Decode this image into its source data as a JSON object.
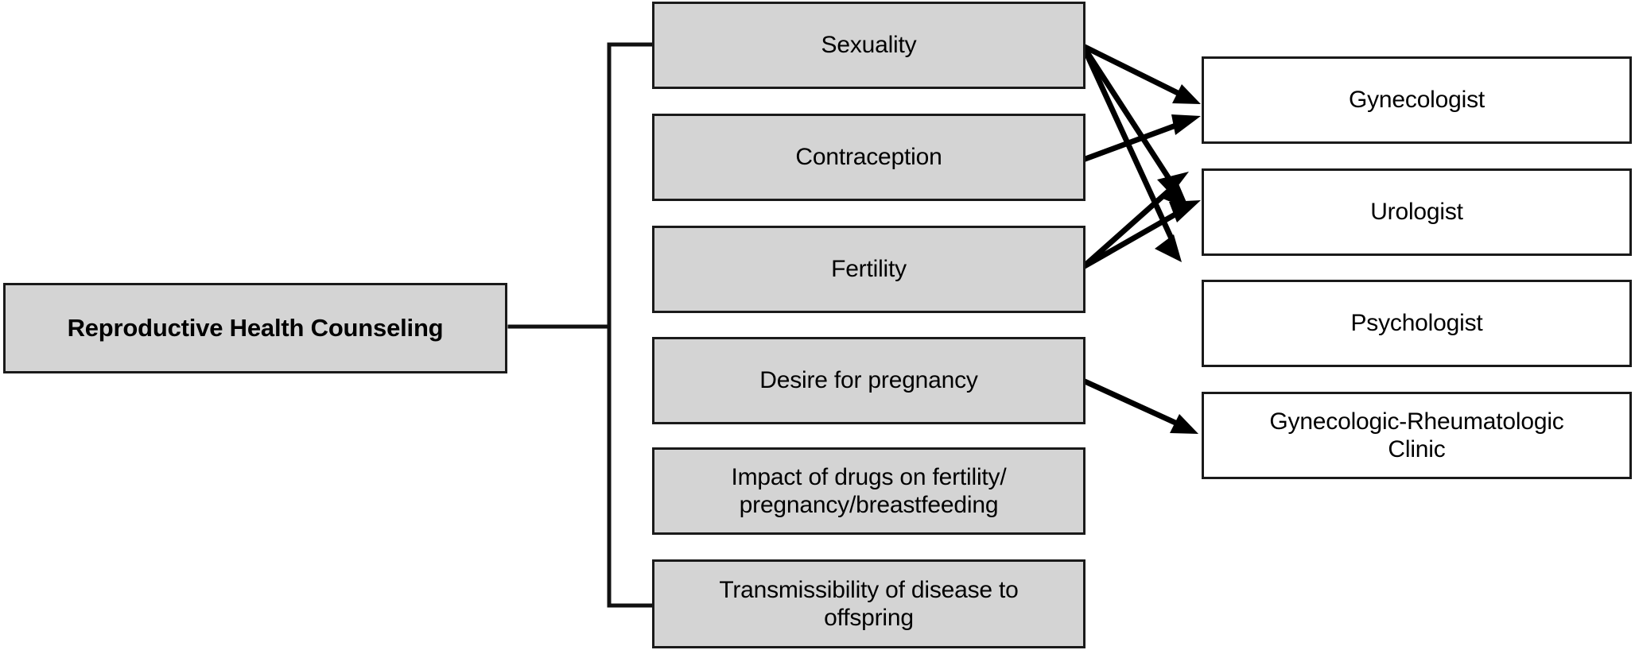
{
  "diagram": {
    "type": "flowchart",
    "title": "Reproductive Health Counseling",
    "orientation": "left-to-right",
    "root": {
      "label": "Reproductive Health Counseling"
    },
    "topics": [
      {
        "id": "sexuality",
        "label": "Sexuality"
      },
      {
        "id": "contraception",
        "label": "Contraception"
      },
      {
        "id": "fertility",
        "label": "Fertility"
      },
      {
        "id": "desire-pregnancy",
        "label": "Desire for pregnancy"
      },
      {
        "id": "drug-impact",
        "label": "Impact of drugs on fertility/\npregnancy/breastfeeding"
      },
      {
        "id": "transmissibility",
        "label": "Transmissibility of disease to\noffspring"
      }
    ],
    "providers": [
      {
        "id": "gynecologist",
        "label": "Gynecologist"
      },
      {
        "id": "urologist",
        "label": "Urologist"
      },
      {
        "id": "psychologist",
        "label": "Psychologist"
      },
      {
        "id": "gyn-rheum",
        "label": "Gynecologic-Rheumatologic\nClinic"
      }
    ],
    "connections": [
      {
        "from": "root",
        "to": "sexuality",
        "style": "bracket"
      },
      {
        "from": "root",
        "to": "contraception",
        "style": "bracket"
      },
      {
        "from": "root",
        "to": "fertility",
        "style": "bracket"
      },
      {
        "from": "root",
        "to": "desire-pregnancy",
        "style": "bracket"
      },
      {
        "from": "root",
        "to": "drug-impact",
        "style": "bracket"
      },
      {
        "from": "root",
        "to": "transmissibility",
        "style": "bracket"
      },
      {
        "from": "sexuality",
        "to": "gynecologist",
        "style": "arrow"
      },
      {
        "from": "sexuality",
        "to": "urologist",
        "style": "arrow"
      },
      {
        "from": "sexuality",
        "to": "psychologist",
        "style": "arrow"
      },
      {
        "from": "contraception",
        "to": "gynecologist",
        "style": "arrow"
      },
      {
        "from": "fertility",
        "to": "gynecologist",
        "style": "arrow"
      },
      {
        "from": "fertility",
        "to": "urologist",
        "style": "arrow"
      },
      {
        "from": "desire-pregnancy",
        "to": "gyn-rheum",
        "style": "arrow"
      }
    ],
    "colors": {
      "topic_fill": "#d4d4d4",
      "provider_fill": "#ffffff",
      "border": "#1a1a1a",
      "line": "#000000",
      "text": "#000000",
      "background": "#ffffff"
    }
  }
}
